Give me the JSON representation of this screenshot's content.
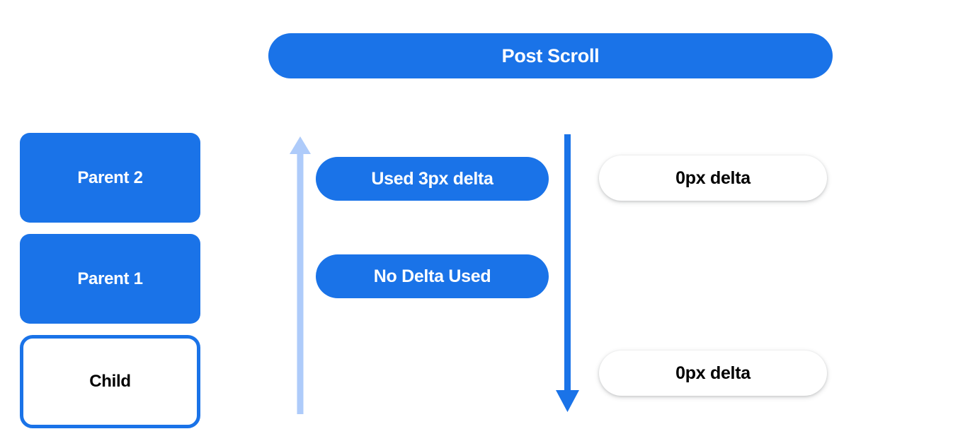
{
  "header": {
    "title": "Post Scroll"
  },
  "element_stack": {
    "boxes": [
      {
        "label": "Parent 2",
        "style": "filled"
      },
      {
        "label": "Parent 1",
        "style": "filled"
      },
      {
        "label": "Child",
        "style": "outlined"
      }
    ]
  },
  "scroll_chain": {
    "consumed_column": [
      {
        "label": "Used 3px delta"
      },
      {
        "label": "No Delta Used"
      }
    ],
    "remaining_column": [
      {
        "label": "0px delta"
      },
      {
        "label": "0px delta"
      }
    ],
    "arrows": [
      {
        "name": "bubble-up-arrow",
        "direction": "up",
        "color": "#aecbfa"
      },
      {
        "name": "propagate-down-arrow",
        "direction": "down",
        "color": "#1a73e8"
      }
    ]
  },
  "colors": {
    "accent_blue": "#1a73e8",
    "light_blue": "#aecbfa",
    "white": "#ffffff",
    "black": "#000000"
  }
}
